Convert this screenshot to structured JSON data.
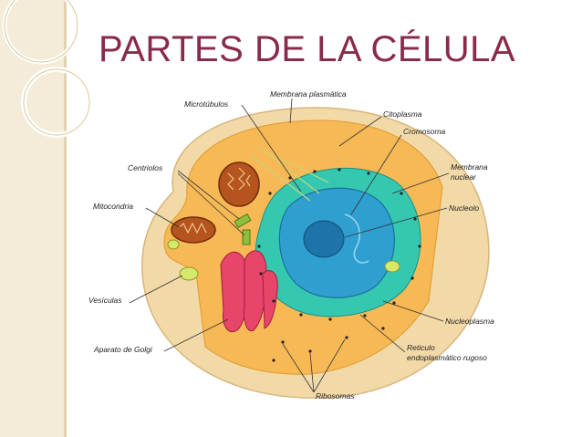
{
  "title": "PARTES DE LA CÉLULA",
  "labels": {
    "microtubulos": "Microtúbulos",
    "membrana_plasmatica": "Membrana plasmática",
    "citoplasma": "Citoplasma",
    "cromosoma": "Cromosoma",
    "membrana_nuclear_1": "Membrana",
    "membrana_nuclear_2": "nuclear",
    "centriolos": "Centriolos",
    "nucleolo": "Nucleolo",
    "mitocondria": "Mitocondria",
    "vesiculas": "Vesículas",
    "nucleoplasma": "Nucleoplasma",
    "aparato_golgi": "Aparato de Golgi",
    "reticulo_1": "Reticulo",
    "reticulo_2": "endoplasmático rugoso",
    "ribosomas": "Ribosomas"
  },
  "colors": {
    "title": "#8a2a4a",
    "membrane_outer": "#f2d9a8",
    "cytoplasm": "#f7b955",
    "nucleus": "#2f9fd0",
    "reticulum": "#35c8b0",
    "nucleolus": "#1e73a8",
    "golgi": "#e8456a",
    "mitochondria": "#b5541f"
  }
}
